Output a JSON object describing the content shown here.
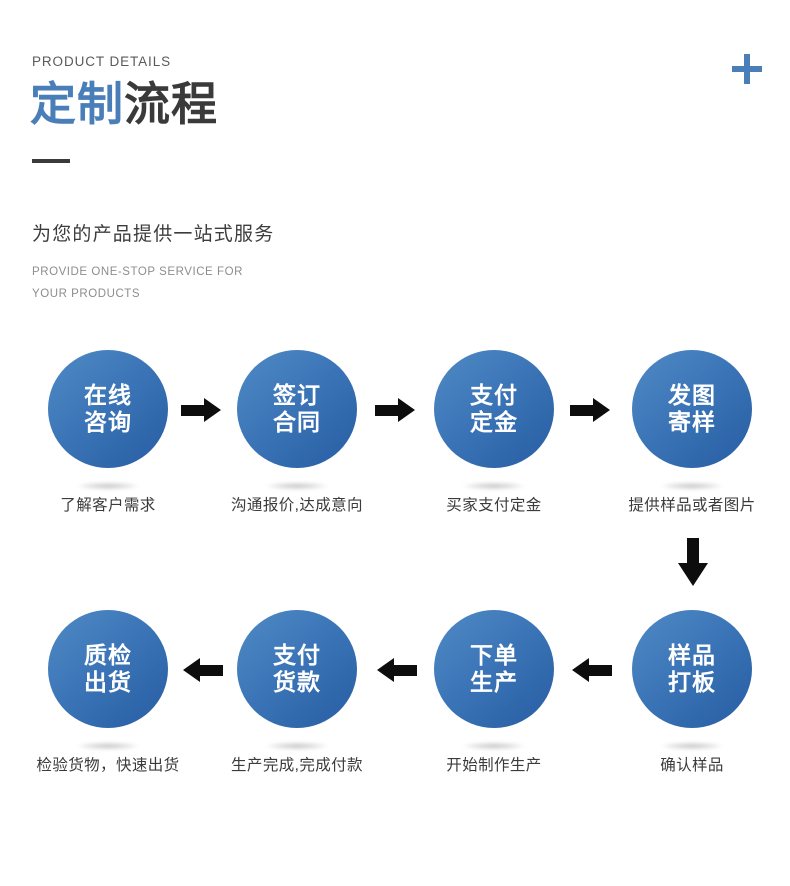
{
  "header": {
    "eyebrow": "PRODUCT DETAILS",
    "title_blue": "定制",
    "title_dark": "流程",
    "subtitle_cn": "为您的产品提供一站式服务",
    "subtitle_en_line1": "PROVIDE ONE-STOP SERVICE FOR",
    "subtitle_en_line2": "YOUR PRODUCTS",
    "plus_icon": "plus-icon"
  },
  "colors": {
    "accent_blue": "#4a7eb8",
    "bubble_light": "#4f8ac4",
    "bubble_dark": "#2a5da3",
    "title_dark": "#3a3a3a",
    "eyebrow_gray": "#5a5a5a",
    "sub_en_gray": "#8d8d8d",
    "arrow_black": "#0d0d0d",
    "background": "#ffffff"
  },
  "flow": {
    "row1_arrow_direction": "right",
    "row2_arrow_direction": "left",
    "connector_icon": "arrow-down-icon",
    "row1": [
      {
        "line1": "在线",
        "line2": "咨询",
        "caption": "了解客户需求"
      },
      {
        "line1": "签订",
        "line2": "合同",
        "caption": "沟通报价,达成意向"
      },
      {
        "line1": "支付",
        "line2": "定金",
        "caption": "买家支付定金"
      },
      {
        "line1": "发图",
        "line2": "寄样",
        "caption": "提供样品或者图片"
      }
    ],
    "row2": [
      {
        "line1": "质检",
        "line2": "出货",
        "caption": "检验货物，快速出货"
      },
      {
        "line1": "支付",
        "line2": "货款",
        "caption": "生产完成,完成付款"
      },
      {
        "line1": "下单",
        "line2": "生产",
        "caption": "开始制作生产"
      },
      {
        "line1": "样品",
        "line2": "打板",
        "caption": "确认样品"
      }
    ]
  }
}
